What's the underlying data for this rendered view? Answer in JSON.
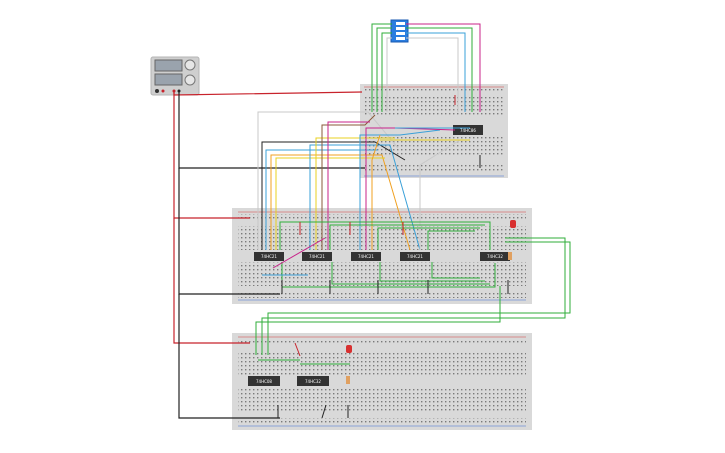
{
  "app": {
    "name": "",
    "view": "circuit-schematic-breadboard"
  },
  "colors": {
    "background": "#ffffff",
    "breadboard": "#d9d9d9",
    "hole": "#6b6b6b",
    "rail_red": "#d4413f",
    "rail_blue": "#3f6fd4",
    "chip": "#333333",
    "wire_red": "#c8232c",
    "wire_black": "#222222",
    "wire_green": "#2fae3a",
    "wire_blue": "#3aa0d8",
    "wire_magenta": "#c8238a",
    "wire_orange": "#f0a020",
    "wire_yellow": "#e8d020",
    "wire_gray": "#b0b0b0",
    "wire_brown": "#8a5a3a",
    "dip_switch": "#2a7de0",
    "led_red": "#d83030"
  },
  "components": {
    "power_supply": {
      "type": "power-supply-icon",
      "label": ""
    },
    "dip_switch": {
      "type": "dip-switch-icon",
      "label": ""
    },
    "breadboards": [
      {
        "name": "breadboard-top",
        "label": ""
      },
      {
        "name": "breadboard-middle",
        "label": ""
      },
      {
        "name": "breadboard-bottom",
        "label": ""
      }
    ],
    "chips": [
      {
        "name": "chip-top",
        "label": "74HC86"
      },
      {
        "name": "chip-mid-1",
        "label": "74HC21"
      },
      {
        "name": "chip-mid-2",
        "label": "74HC21"
      },
      {
        "name": "chip-mid-3",
        "label": "74HC21"
      },
      {
        "name": "chip-mid-4",
        "label": "74HC21"
      },
      {
        "name": "chip-mid-5",
        "label": "74HC32"
      },
      {
        "name": "chip-bottom-1",
        "label": "74HC08"
      },
      {
        "name": "chip-bottom-2",
        "label": "74HC32"
      }
    ],
    "leds": [
      {
        "name": "led-middle",
        "color": "red"
      },
      {
        "name": "led-bottom",
        "color": "red"
      }
    ]
  }
}
